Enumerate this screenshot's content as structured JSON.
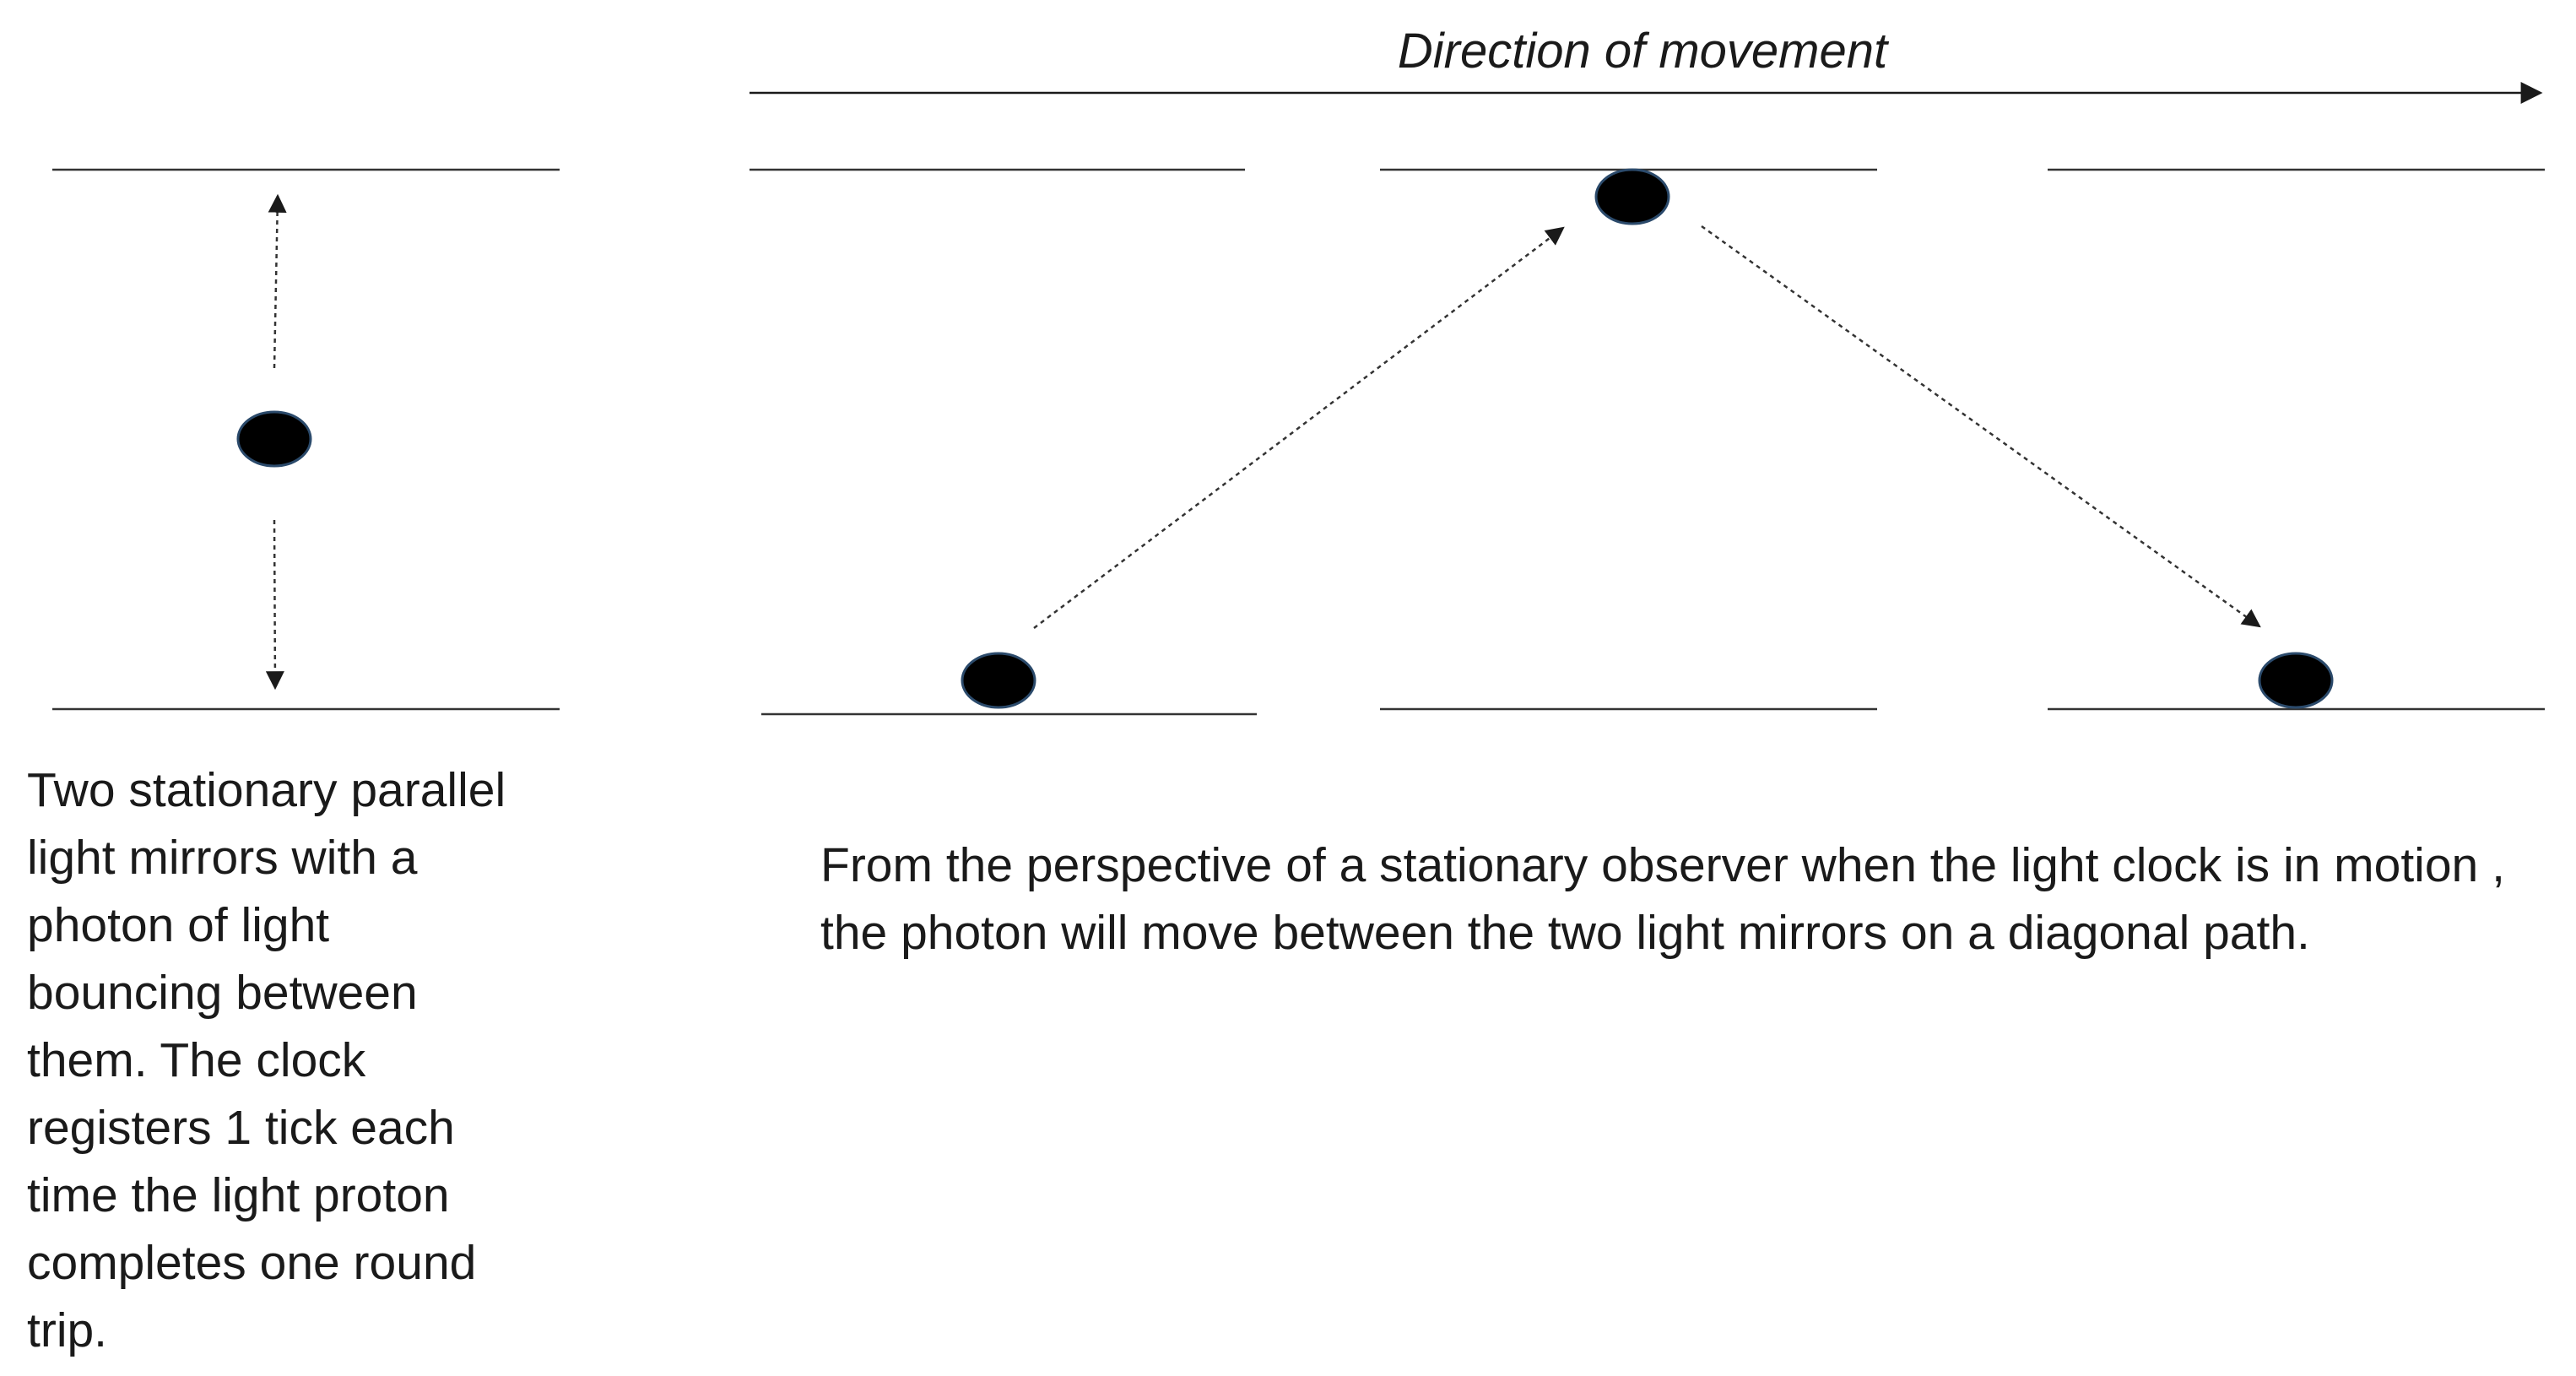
{
  "diagram": {
    "direction_label": "Direction of movement",
    "caption_stationary": "Two stationary parallel light mirrors with a photon of light bouncing between them. The clock registers 1 tick each time the light proton completes one round trip.",
    "caption_motion": "From the perspective of a stationary observer when the light clock is in motion , the photon will move between the two light mirrors on a diagonal path.",
    "colors": {
      "photon": "#000000",
      "photon_outline": "#2b4a6b",
      "line": "#333333",
      "text": "#1a1a1a"
    }
  }
}
